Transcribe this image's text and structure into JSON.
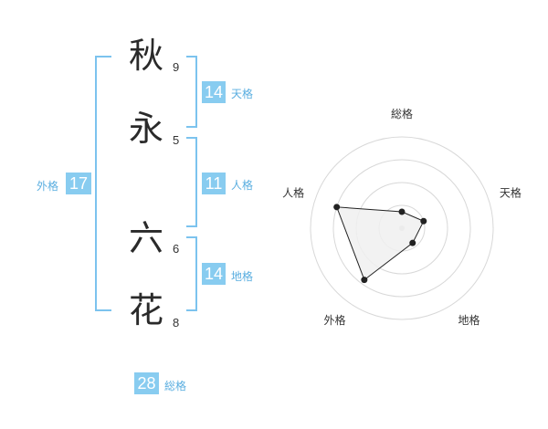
{
  "name": {
    "chars": [
      {
        "char": "秋",
        "strokes": "9"
      },
      {
        "char": "永",
        "strokes": "5"
      },
      {
        "char": "六",
        "strokes": "6"
      },
      {
        "char": "花",
        "strokes": "8"
      }
    ]
  },
  "kakusu": {
    "tenkaku": {
      "value": "14",
      "label": "天格"
    },
    "jinkaku": {
      "value": "11",
      "label": "人格"
    },
    "chikaku": {
      "value": "14",
      "label": "地格"
    },
    "gaikaku": {
      "value": "17",
      "label": "外格"
    },
    "soukaku": {
      "value": "28",
      "label": "総格"
    }
  },
  "chart_data": {
    "type": "radar",
    "axes": [
      "総格",
      "天格",
      "地格",
      "外格",
      "人格"
    ],
    "values": [
      0.18,
      0.25,
      0.2,
      0.7,
      0.75
    ],
    "rings": 4,
    "fill_color": "#f0f0f0",
    "line_color": "#222222"
  }
}
